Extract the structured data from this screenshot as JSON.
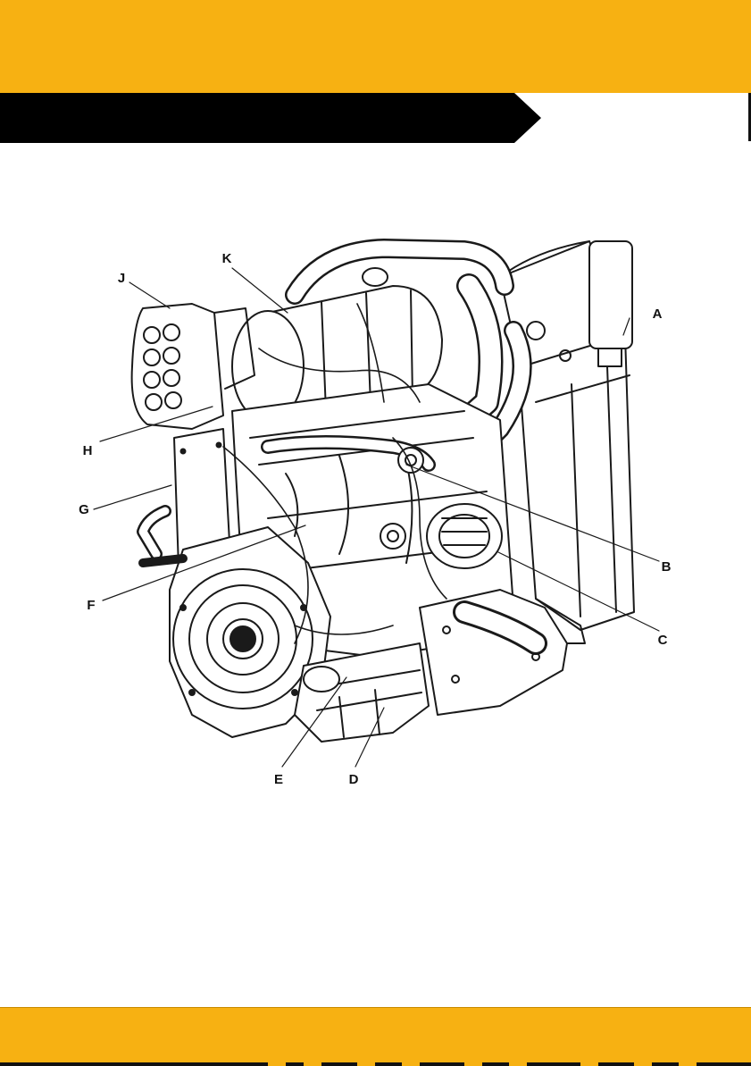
{
  "colors": {
    "accent_yellow": "#f7b112",
    "header_black": "#000000",
    "line_art": "#1a1a1a"
  },
  "figure": {
    "callouts": [
      {
        "id": "a",
        "label": "A"
      },
      {
        "id": "b",
        "label": "B"
      },
      {
        "id": "c",
        "label": "C"
      },
      {
        "id": "d",
        "label": "D"
      },
      {
        "id": "e",
        "label": "E"
      },
      {
        "id": "f",
        "label": "F"
      },
      {
        "id": "g",
        "label": "G"
      },
      {
        "id": "h",
        "label": "H"
      },
      {
        "id": "j",
        "label": "J"
      },
      {
        "id": "k",
        "label": "K"
      }
    ]
  }
}
